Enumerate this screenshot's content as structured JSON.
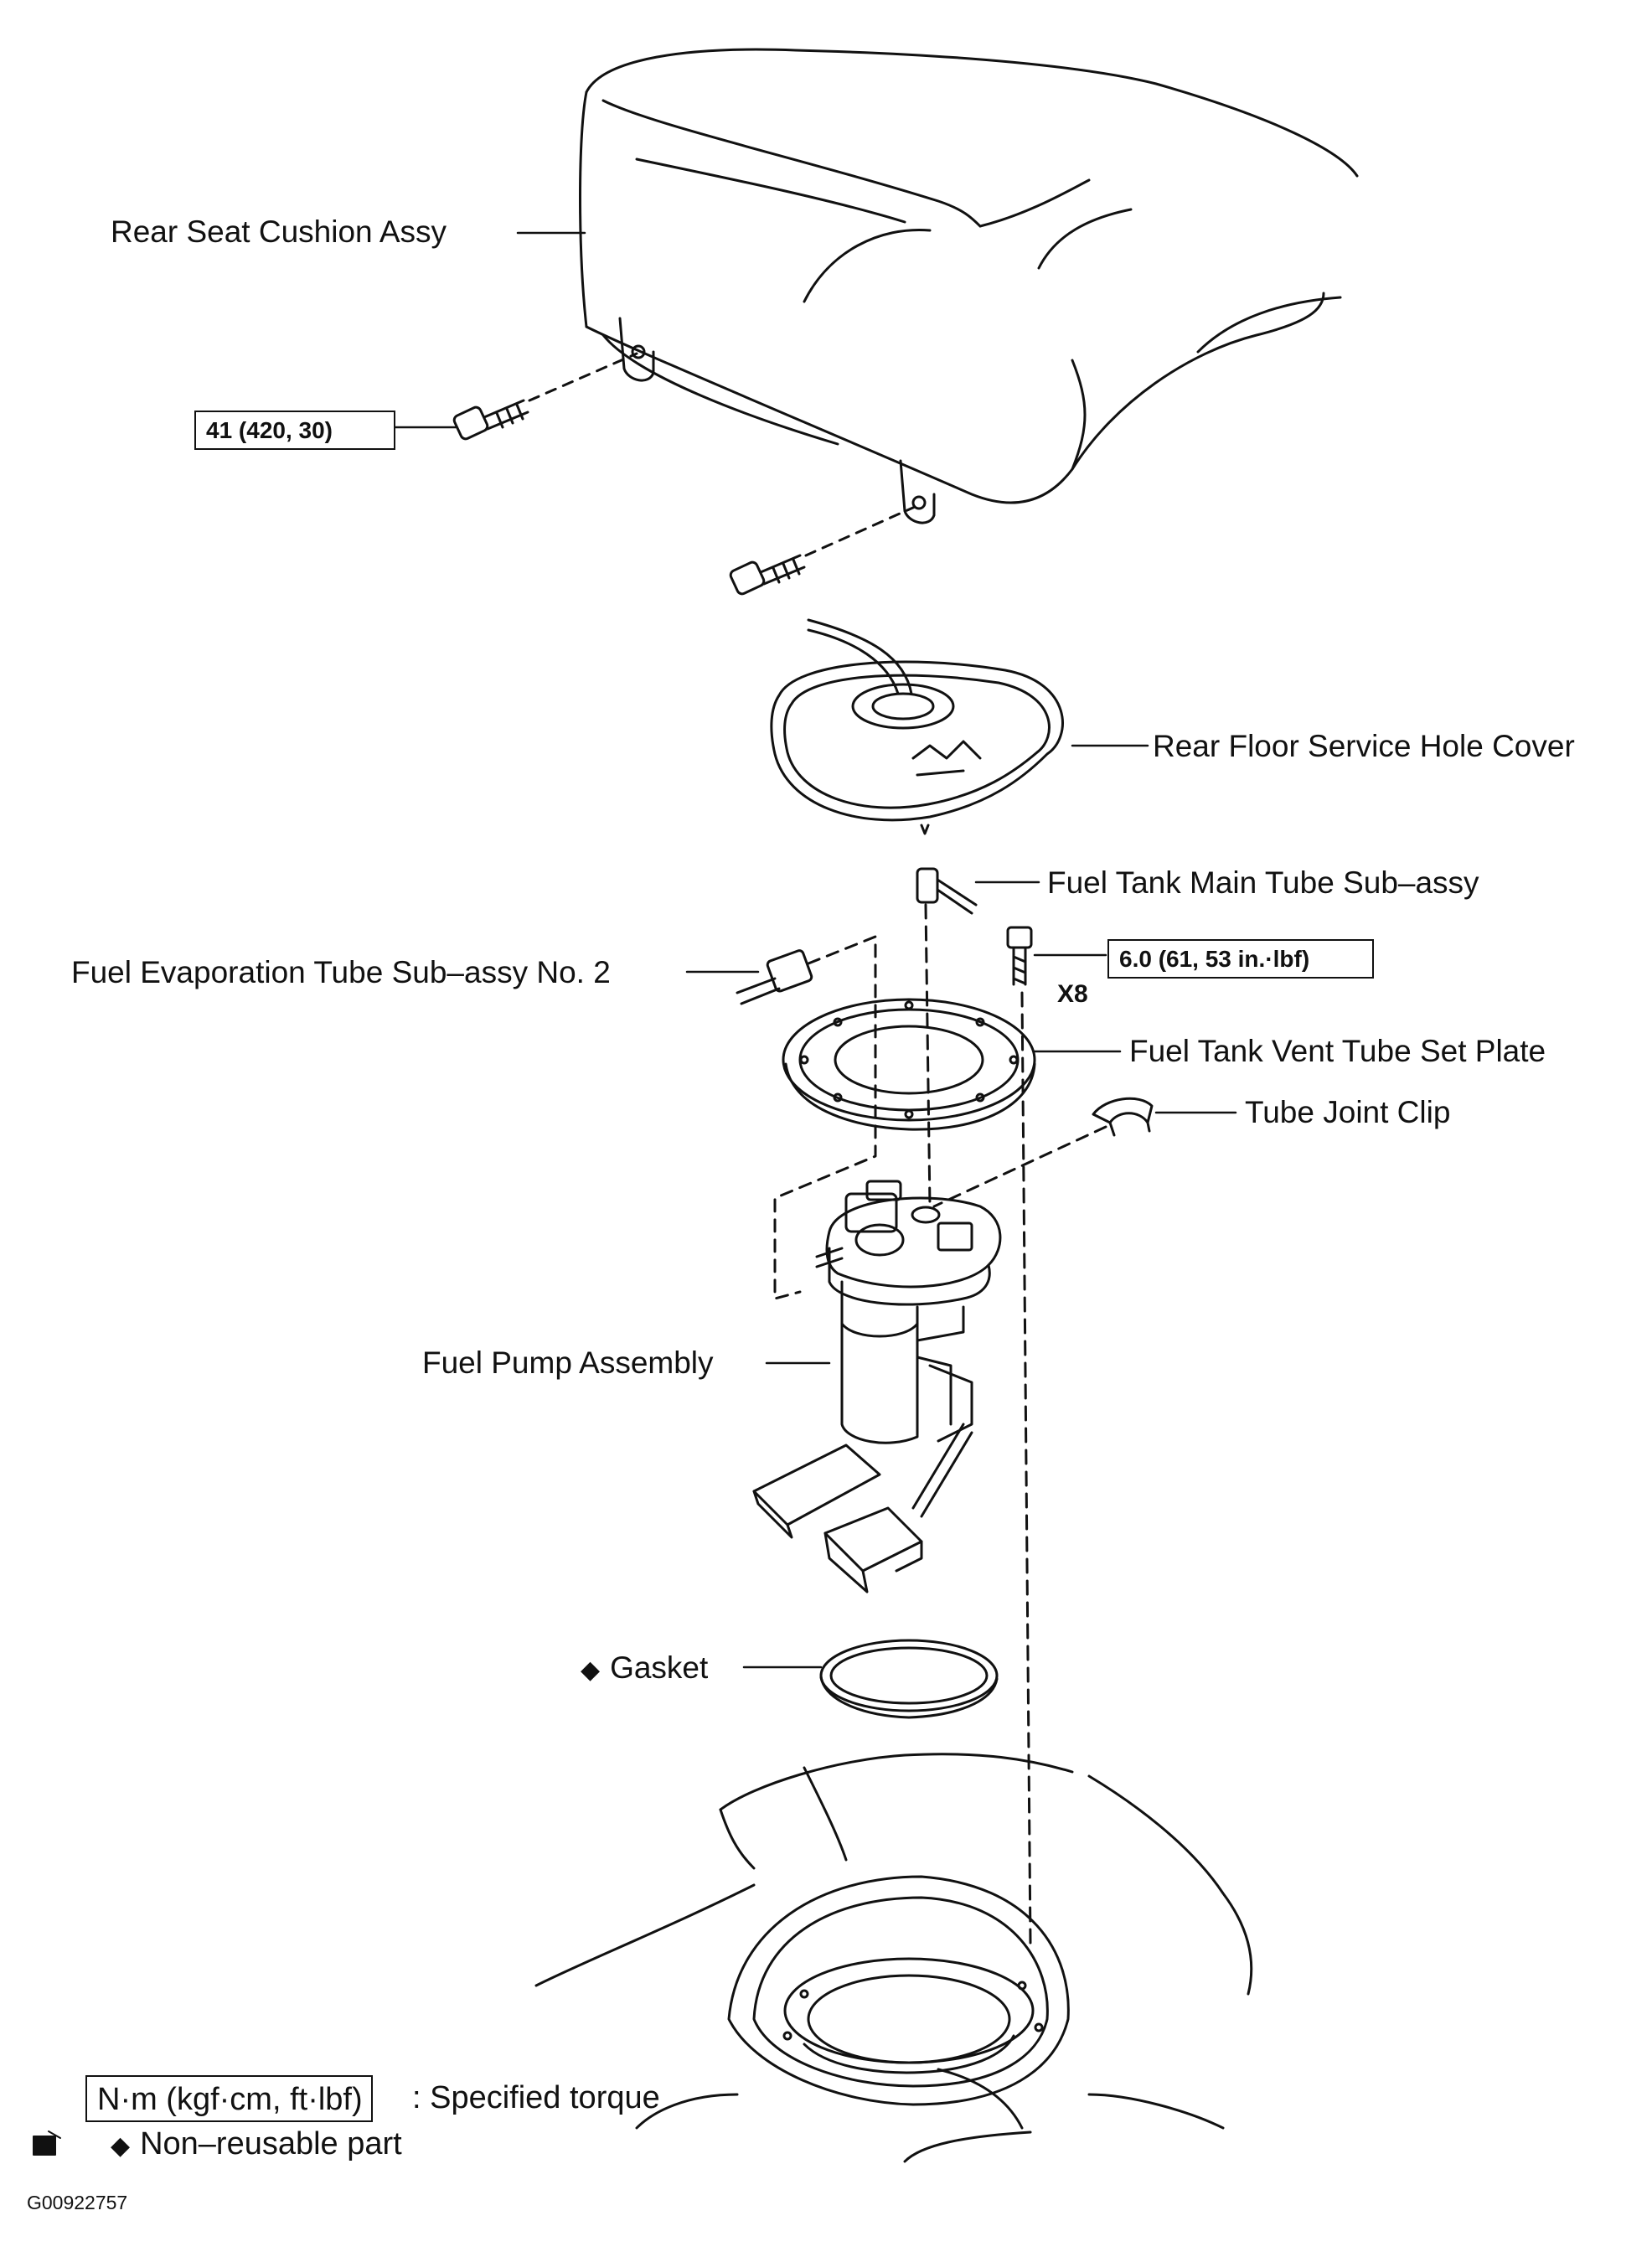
{
  "labels": {
    "rear_seat_cushion": "Rear Seat Cushion Assy",
    "rear_floor_cover": "Rear Floor Service Hole Cover",
    "main_tube": "Fuel Tank Main Tube Sub–assy",
    "evap_tube": "Fuel Evaporation Tube Sub–assy No. 2",
    "vent_plate": "Fuel Tank Vent Tube Set Plate",
    "tube_clip": "Tube Joint Clip",
    "pump_assembly": "Fuel Pump Assembly",
    "gasket": "Gasket"
  },
  "torques": {
    "seat_bolt": "41 (420, 30)",
    "plate_bolt": "6.0 (61, 53 in.·lbf)",
    "plate_bolt_qty": "X8"
  },
  "legend": {
    "unit_box": "N·m (kgf·cm, ft·lbf)",
    "unit_text": ": Specified torque",
    "non_reusable": "Non–reusable part",
    "non_reusable_marker": "◆"
  },
  "figure_code": "G00922757"
}
